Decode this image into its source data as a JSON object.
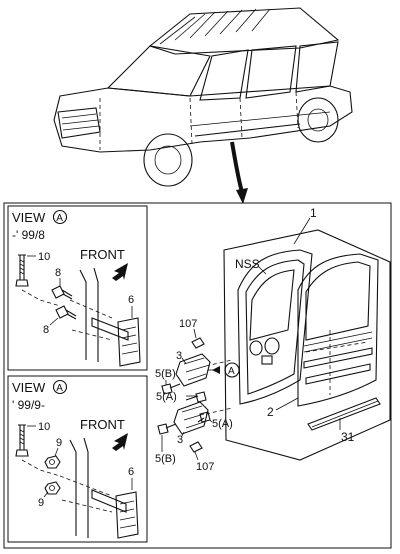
{
  "view_top": {
    "title": "VIEW",
    "circle_letter": "A",
    "range": "-' 99/8",
    "front": "FRONT",
    "callouts": [
      "10",
      "8",
      "8",
      "6"
    ]
  },
  "view_bottom": {
    "title": "VIEW",
    "circle_letter": "A",
    "range": "' 99/9-",
    "front": "FRONT",
    "callouts": [
      "10",
      "9",
      "9",
      "6"
    ]
  },
  "main": {
    "callouts": [
      "1",
      "NSS",
      "107",
      "3",
      "5(B)",
      "5(A)",
      "3",
      "5(A)",
      "5(B)",
      "107",
      "2",
      "31"
    ],
    "view_marker_letter": "A"
  }
}
